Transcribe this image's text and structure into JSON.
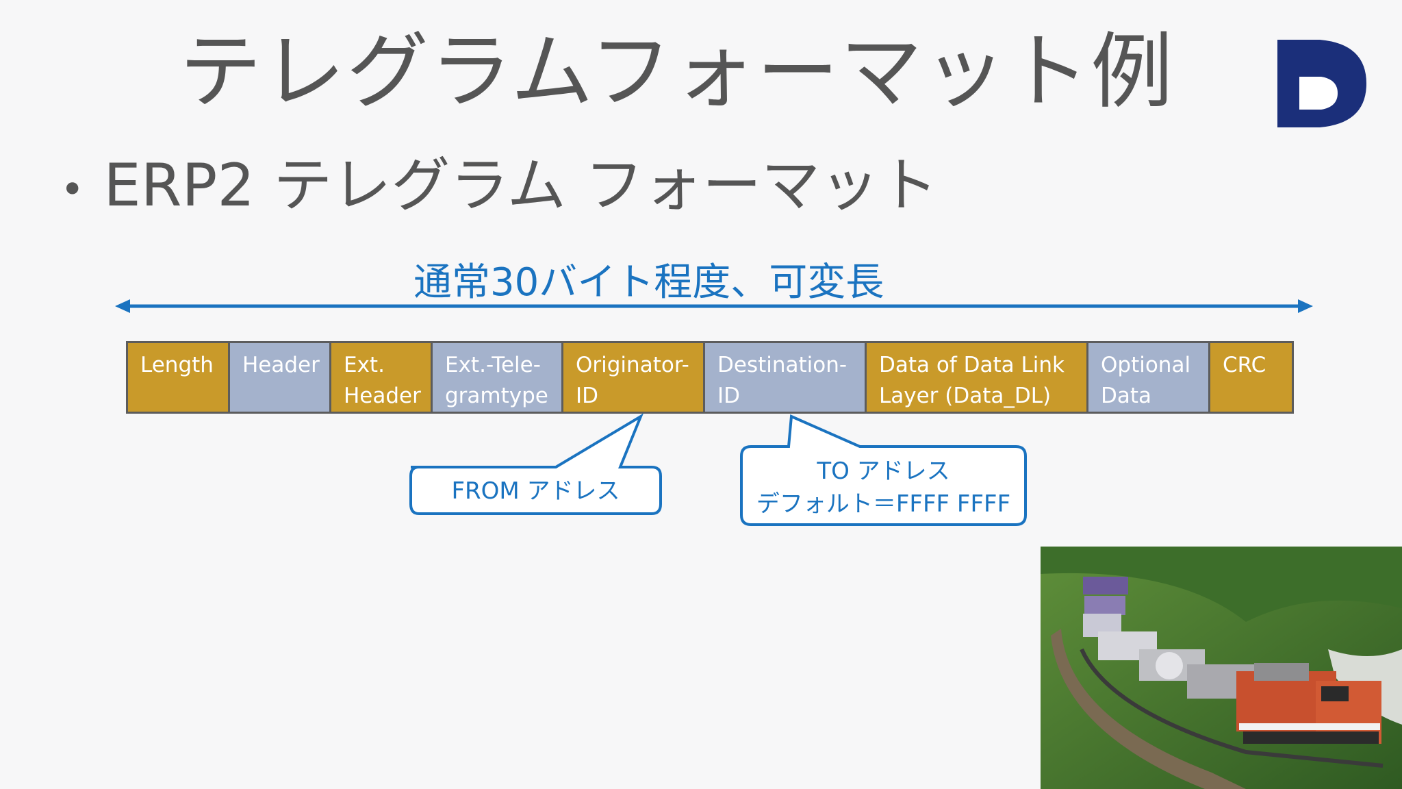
{
  "title": "テレグラムフォーマット例",
  "bullet": "ERP2 テレグラム フォーマット",
  "span_label": "通常30バイト程度、可変長",
  "fields": [
    {
      "label": "Length",
      "color": "gold"
    },
    {
      "label": "Header",
      "color": "blue"
    },
    {
      "label": "Ext.\nHeader",
      "color": "gold"
    },
    {
      "label": "Ext.-Tele-\ngramtype",
      "color": "blue"
    },
    {
      "label": "Originator-\nID",
      "color": "gold"
    },
    {
      "label": "Destination-\nID",
      "color": "blue"
    },
    {
      "label": "Data of Data Link\nLayer (Data_DL)",
      "color": "gold"
    },
    {
      "label": "Optional\nData",
      "color": "blue"
    },
    {
      "label": "CRC",
      "color": "gold"
    }
  ],
  "callouts": {
    "from": "FROM アドレス",
    "to_line1": "TO アドレス",
    "to_line2": "デフォルト＝FFFF FFFF"
  },
  "colors": {
    "accent": "#1a73c0",
    "field_gold": "#c99a2a",
    "field_blue": "#a4b2cc",
    "logo_navy": "#1b2f7a"
  },
  "icons": {
    "logo": "d-logo-icon",
    "photo": "freight-train-photo"
  }
}
